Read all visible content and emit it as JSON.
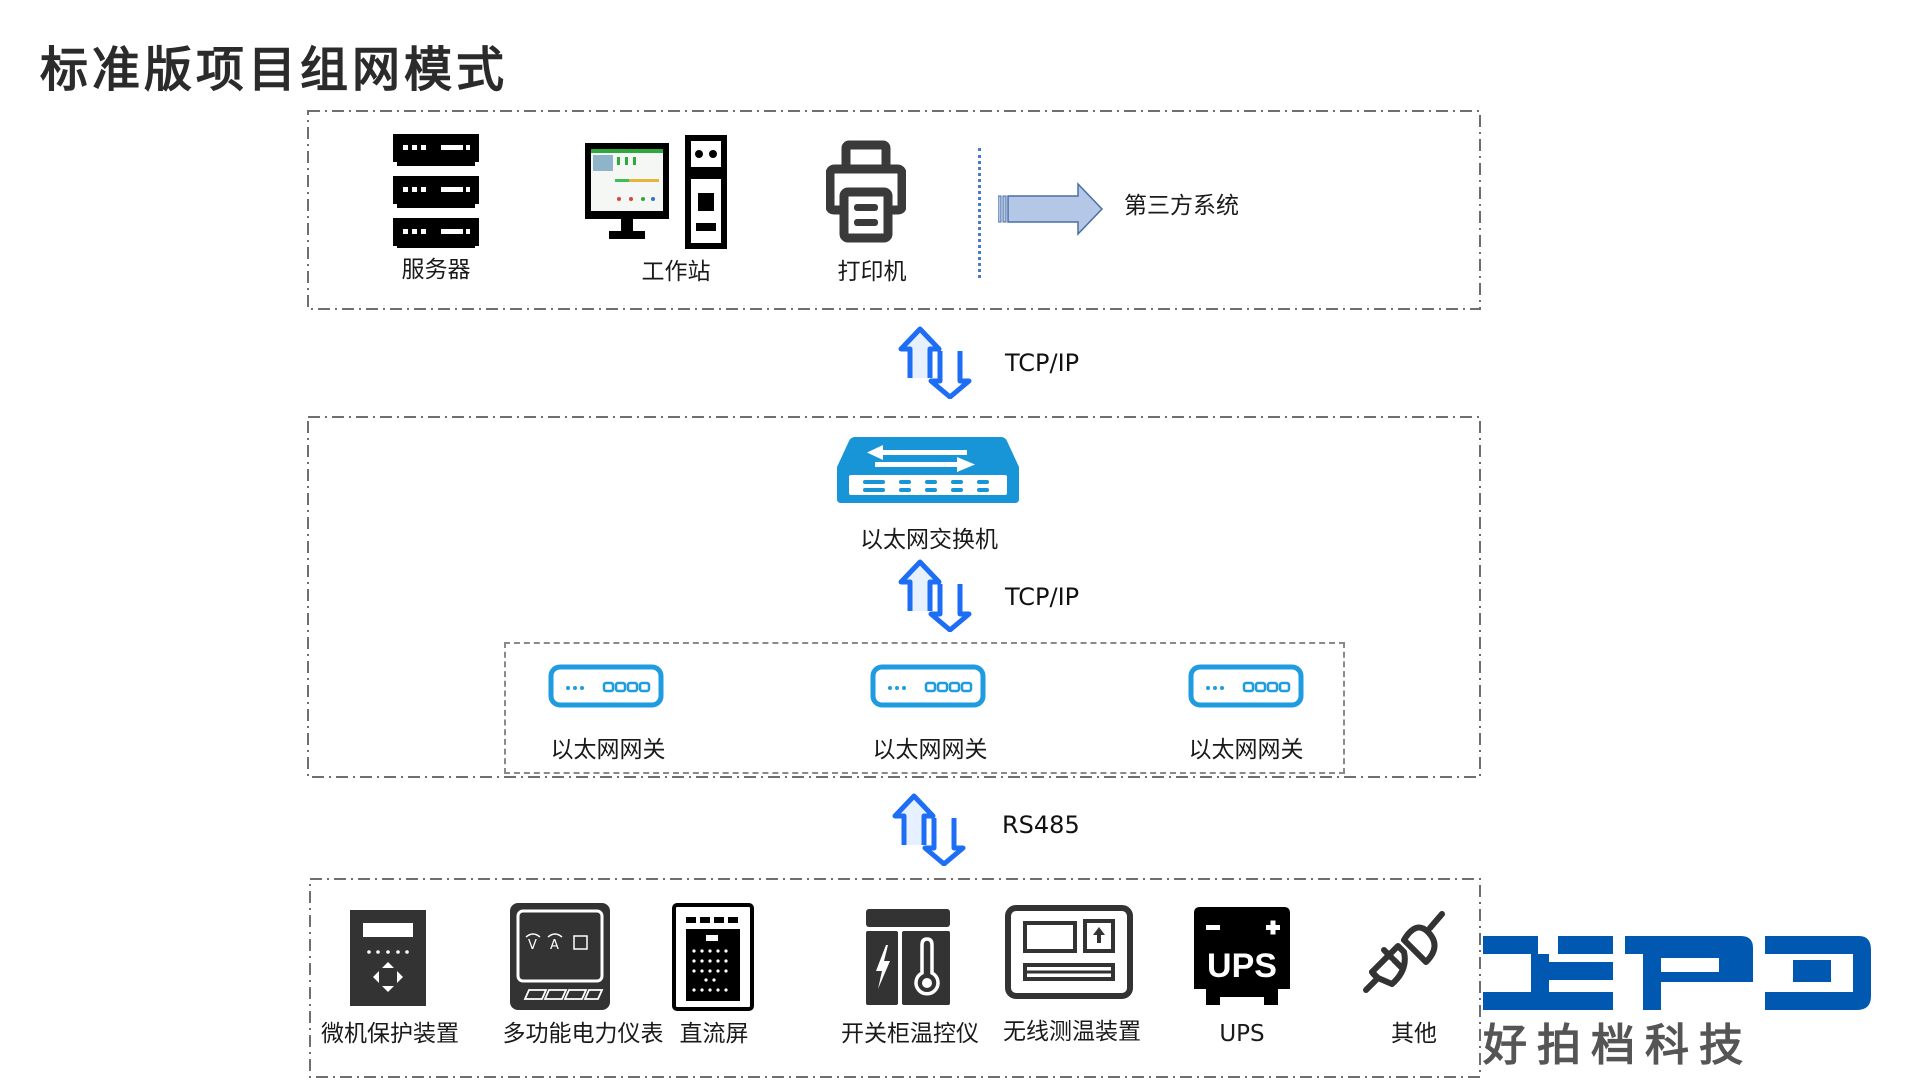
{
  "page": {
    "title": "标准版项目组网模式"
  },
  "top_layer": {
    "devices": [
      {
        "label": "服务器",
        "icon": "server-rack-icon"
      },
      {
        "label": "工作站",
        "icon": "workstation-icon"
      },
      {
        "label": "打印机",
        "icon": "printer-icon"
      }
    ],
    "third_party": {
      "label": "第三方系统",
      "icon": "right-arrow-icon"
    }
  },
  "links": {
    "top_to_switch": "TCP/IP",
    "switch_to_gateways": "TCP/IP",
    "gateways_to_devices": "RS485"
  },
  "middle_layer": {
    "switch": {
      "label": "以太网交换机",
      "icon": "ethernet-switch-icon"
    },
    "gateways": [
      {
        "label": "以太网网关",
        "icon": "gateway-icon"
      },
      {
        "label": "以太网网关",
        "icon": "gateway-icon"
      },
      {
        "label": "以太网网关",
        "icon": "gateway-icon"
      }
    ]
  },
  "bottom_layer": {
    "devices": [
      {
        "label": "微机保护装置",
        "icon": "protection-relay-icon"
      },
      {
        "label": "多功能电力仪表",
        "icon": "power-meter-icon"
      },
      {
        "label": "直流屏",
        "icon": "dc-panel-icon"
      },
      {
        "label": "开关柜温控仪",
        "icon": "switchgear-temp-controller-icon"
      },
      {
        "label": "无线测温装置",
        "icon": "wireless-temp-device-icon"
      },
      {
        "label": "UPS",
        "icon": "ups-icon"
      },
      {
        "label": "其他",
        "icon": "plug-icon"
      }
    ],
    "ups_glyph_text": "UPS"
  },
  "logo": {
    "mark": "HPD",
    "company": "好拍档科技",
    "colors": {
      "mark": "#0058b0",
      "company": "#555555"
    }
  },
  "colors": {
    "arrow_blue": "#1e6ef5",
    "switch_blue": "#1895d6",
    "gateway_blue": "#1f9be0",
    "third_party_arrow_fill": "#b4c7e7",
    "third_party_arrow_stroke": "#4a6fa5",
    "border_gray": "#6f6f6f"
  }
}
